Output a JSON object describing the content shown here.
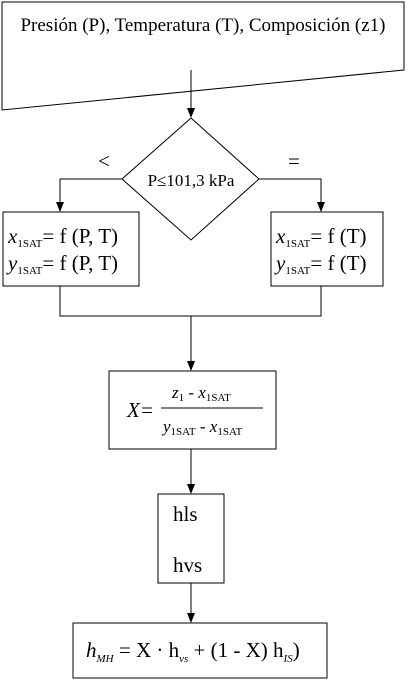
{
  "input": {
    "text": "Presión (P), Temperatura (T), Composición (z1)"
  },
  "decision": {
    "text": "P≤101,3 kPa",
    "left_label": "<",
    "right_label": "="
  },
  "left_box": {
    "x": "x",
    "y": "y",
    "sub": "1SAT",
    "rhs": "= f (P, T)"
  },
  "right_box": {
    "x": "x",
    "y": "y",
    "sub": "1SAT",
    "rhs": "= f (T)"
  },
  "fraction_box": {
    "lhs": "X=",
    "num_var": "z",
    "num_sub": "1",
    "num_minus": " - ",
    "num_var2": "x",
    "num_sub2": "1SAT",
    "den_var": "y",
    "den_sub": "1SAT",
    "den_minus": " - ",
    "den_var2": "x",
    "den_sub2": "1SAT"
  },
  "enthalpy_box": {
    "line1": "hls",
    "line2": "hvs"
  },
  "result_box": {
    "h": "h",
    "h_sub": "MH",
    "eq": " = X · h",
    "vs_sub": "vs",
    "mid": " + (1 - X) h",
    "is_sub": "IS",
    "close": ")"
  }
}
